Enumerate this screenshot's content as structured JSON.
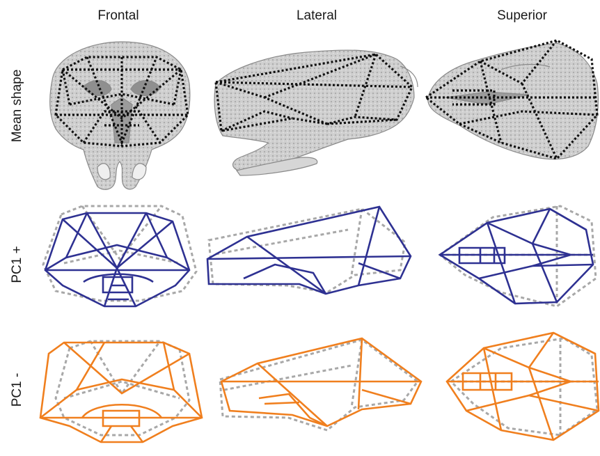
{
  "columns": [
    "Frontal",
    "Lateral",
    "Superior"
  ],
  "rows": [
    "Mean shape",
    "PC1 +",
    "PC1 -"
  ],
  "colors": {
    "mean_wireframe": "#111111",
    "pc1_plus": "#2e3192",
    "pc1_minus": "#f07f1e",
    "mean_overlay": "#a8a8a8",
    "skull_fill": "#c9c9c9",
    "skull_shade": "#9a9a9a"
  }
}
